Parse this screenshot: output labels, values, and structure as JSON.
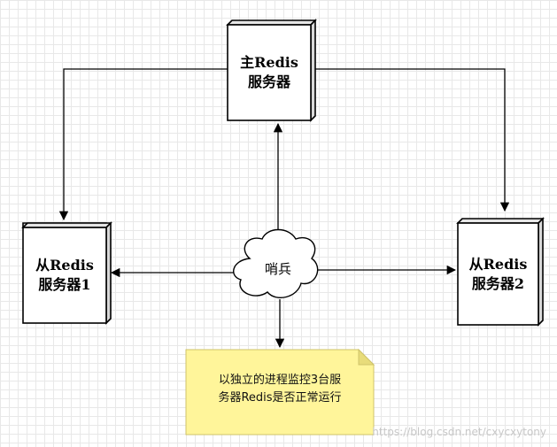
{
  "nodes": {
    "master": {
      "line1": "主Redis",
      "line2": "服务器"
    },
    "slave1": {
      "line1": "从Redis",
      "line2": "服务器1"
    },
    "slave2": {
      "line1": "从Redis",
      "line2": "服务器2"
    }
  },
  "sentinel": {
    "label": "哨兵"
  },
  "note": {
    "line1": "以独立的进程监控3台服",
    "line2": "务器Redis是否正常运行"
  },
  "watermark": "https://blog.csdn.net/cxycxytony",
  "colors": {
    "note_fill": "#fff59a",
    "stroke": "#000000",
    "box_fill": "#ffffff",
    "box_side": "#d8d8d8"
  }
}
